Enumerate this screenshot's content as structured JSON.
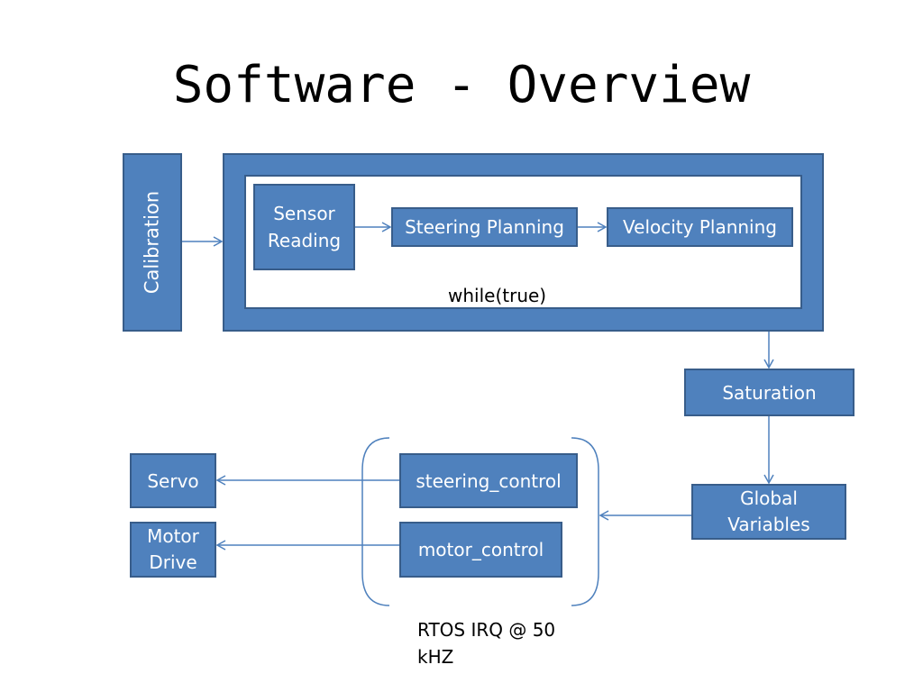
{
  "title": "Software - Overview",
  "blocks": {
    "calibration": "Calibration",
    "sensor_reading_line1": "Sensor",
    "sensor_reading_line2": "Reading",
    "steering_planning": "Steering Planning",
    "velocity_planning": "Velocity Planning",
    "loop_label": "while(true)",
    "saturation": "Saturation",
    "global_variables_line1": "Global",
    "global_variables_line2": "Variables",
    "steering_control": "steering_control",
    "motor_control": "motor_control",
    "servo": "Servo",
    "motor_drive_line1": "Motor",
    "motor_drive_line2": "Drive",
    "rtos_line1": "RTOS IRQ @ 50",
    "rtos_line2": "kHZ"
  },
  "colors": {
    "box_fill": "#4f81bd",
    "box_border": "#385d8a",
    "arrow": "#4f81bd"
  }
}
